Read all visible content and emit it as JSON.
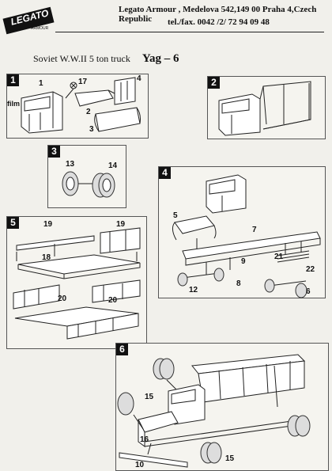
{
  "header": {
    "logo_text": "LEGATO",
    "logo_sub": "ARMOUR",
    "address": "Legato Armour , Medelova 542,149 00 Praha 4,Czech Republic",
    "phone": "tel./fax. 0042 /2/ 72 94 09 48"
  },
  "title": {
    "subject": "Soviet W.W.II 5 ton truck",
    "model": "Yag – 6"
  },
  "steps": [
    {
      "number": "1",
      "parts": [
        "1",
        "17",
        "4",
        "film",
        "2",
        "3"
      ]
    },
    {
      "number": "2",
      "parts": []
    },
    {
      "number": "3",
      "parts": [
        "13",
        "14"
      ]
    },
    {
      "number": "4",
      "parts": [
        "5",
        "7",
        "9",
        "21",
        "22",
        "12",
        "8",
        "6"
      ]
    },
    {
      "number": "5",
      "parts": [
        "19",
        "19",
        "18",
        "20",
        "20"
      ]
    },
    {
      "number": "6",
      "parts": [
        "15",
        "15",
        "16",
        "10"
      ]
    }
  ]
}
